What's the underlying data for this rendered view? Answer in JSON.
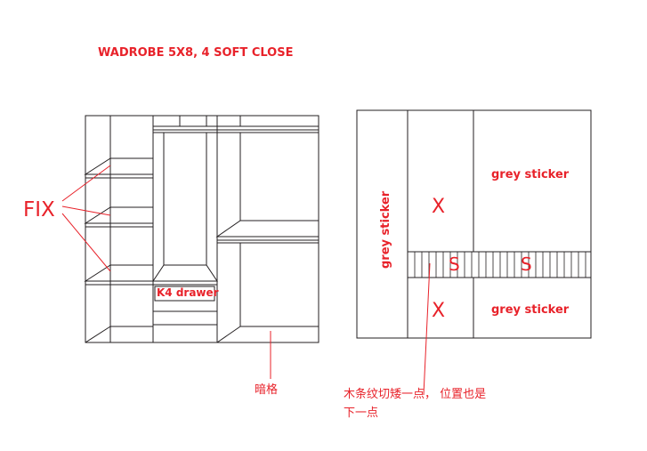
{
  "title": "WADROBE 5X8, 4 SOFT CLOSE",
  "left_elevation": {
    "fix_label": "FIX",
    "drawer_label": "K4 drawer",
    "hidden_compartment_label": "暗格"
  },
  "right_elevation": {
    "vertical_label": "grey sticker",
    "top_right_label": "grey sticker",
    "bottom_right_label": "grey sticker",
    "x_mark_top": "X",
    "x_mark_bottom": "X",
    "s_mark_left": "S",
    "s_mark_right": "S"
  },
  "note_line_1": "木条纹切矮一点，  位置也是",
  "note_line_2": "下一点",
  "colors": {
    "annotation": "#e8222a",
    "line": "#231f20",
    "background": "#ffffff"
  }
}
